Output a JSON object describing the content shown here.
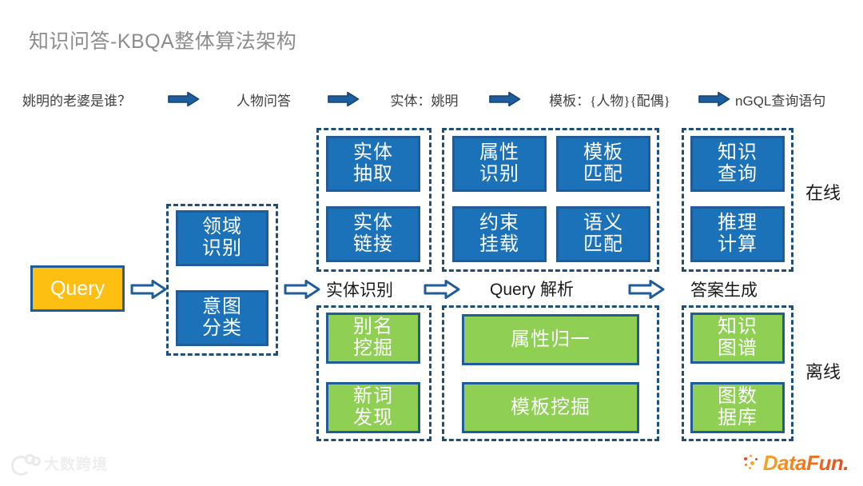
{
  "title": "知识问答-KBQA整体算法架构",
  "top_flow": {
    "items": [
      {
        "text": "姚明的老婆是谁？",
        "latin": false
      },
      {
        "text": "人物问答",
        "latin": false
      },
      {
        "text": "实体：姚明",
        "latin": false
      },
      {
        "text": "模板：{人物}{配偶}",
        "latin": false
      },
      {
        "text": "nGQL查询语句",
        "latin": true
      }
    ],
    "arrow_icon": "right-block-arrow-icon"
  },
  "input": {
    "query_label": "Query",
    "arrow_icon": "right-block-arrow-icon"
  },
  "online": {
    "side_label": "在线",
    "groups": [
      {
        "name": "intent-group",
        "nodes": [
          {
            "lines": [
              "领域",
              "识别"
            ]
          },
          {
            "lines": [
              "意图",
              "分类"
            ]
          }
        ]
      },
      {
        "name": "entity-recognition-group",
        "nodes": [
          {
            "lines": [
              "实体",
              "抽取"
            ]
          },
          {
            "lines": [
              "实体",
              "链接"
            ]
          }
        ]
      },
      {
        "name": "query-parse-group",
        "nodes": [
          {
            "lines": [
              "属性",
              "识别"
            ]
          },
          {
            "lines": [
              "模板",
              "匹配"
            ]
          },
          {
            "lines": [
              "约束",
              "挂载"
            ]
          },
          {
            "lines": [
              "语义",
              "匹配"
            ]
          }
        ]
      },
      {
        "name": "answer-generation-group",
        "nodes": [
          {
            "lines": [
              "知识",
              "查询"
            ]
          },
          {
            "lines": [
              "推理",
              "计算"
            ]
          }
        ]
      }
    ]
  },
  "stages": [
    {
      "text": "实体识别",
      "latin": false
    },
    {
      "text": "Query 解析",
      "latin": true
    },
    {
      "text": "答案生成",
      "latin": false
    }
  ],
  "offline": {
    "side_label": "离线",
    "groups": [
      {
        "name": "entity-offline-group",
        "nodes": [
          {
            "lines": [
              "别名",
              "挖掘"
            ]
          },
          {
            "lines": [
              "新词",
              "发现"
            ]
          }
        ]
      },
      {
        "name": "query-offline-group",
        "nodes": [
          {
            "lines": [
              "属性归一"
            ]
          },
          {
            "lines": [
              "模板挖掘"
            ]
          }
        ]
      },
      {
        "name": "answer-offline-group",
        "nodes": [
          {
            "lines": [
              "知识",
              "图谱"
            ]
          },
          {
            "lines": [
              "图数",
              "据库"
            ]
          }
        ]
      }
    ]
  },
  "footer": {
    "watermark_text": "大数跨境",
    "watermark_icon": "dashu-kuajing-logo-icon",
    "brand_text": "DataFun.",
    "brand_icon": "datafun-dots-icon"
  },
  "colors": {
    "blue_node": "#1C72B8",
    "green_node": "#8ECF54",
    "amber_node": "#FDBF11",
    "border_blue": "#1F5C99",
    "dash_blue": "#1F4E79",
    "title_gray": "#8c8c8c"
  }
}
